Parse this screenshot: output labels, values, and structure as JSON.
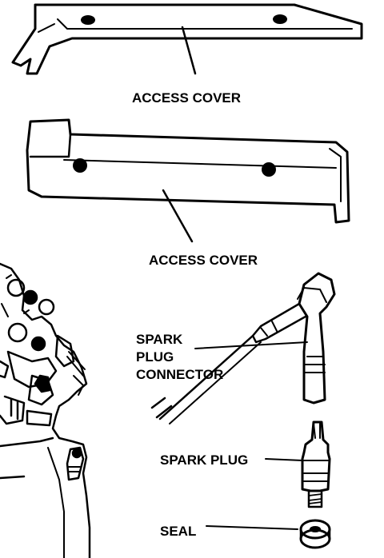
{
  "labels": {
    "access_cover_top": "ACCESS COVER",
    "access_cover_bottom": "ACCESS COVER",
    "spark_plug_connector": [
      "SPARK",
      "PLUG",
      "CONNECTOR"
    ],
    "spark_plug": "SPARK PLUG",
    "seal": "SEAL"
  },
  "colors": {
    "ink": "#000000",
    "paper": "#ffffff"
  }
}
